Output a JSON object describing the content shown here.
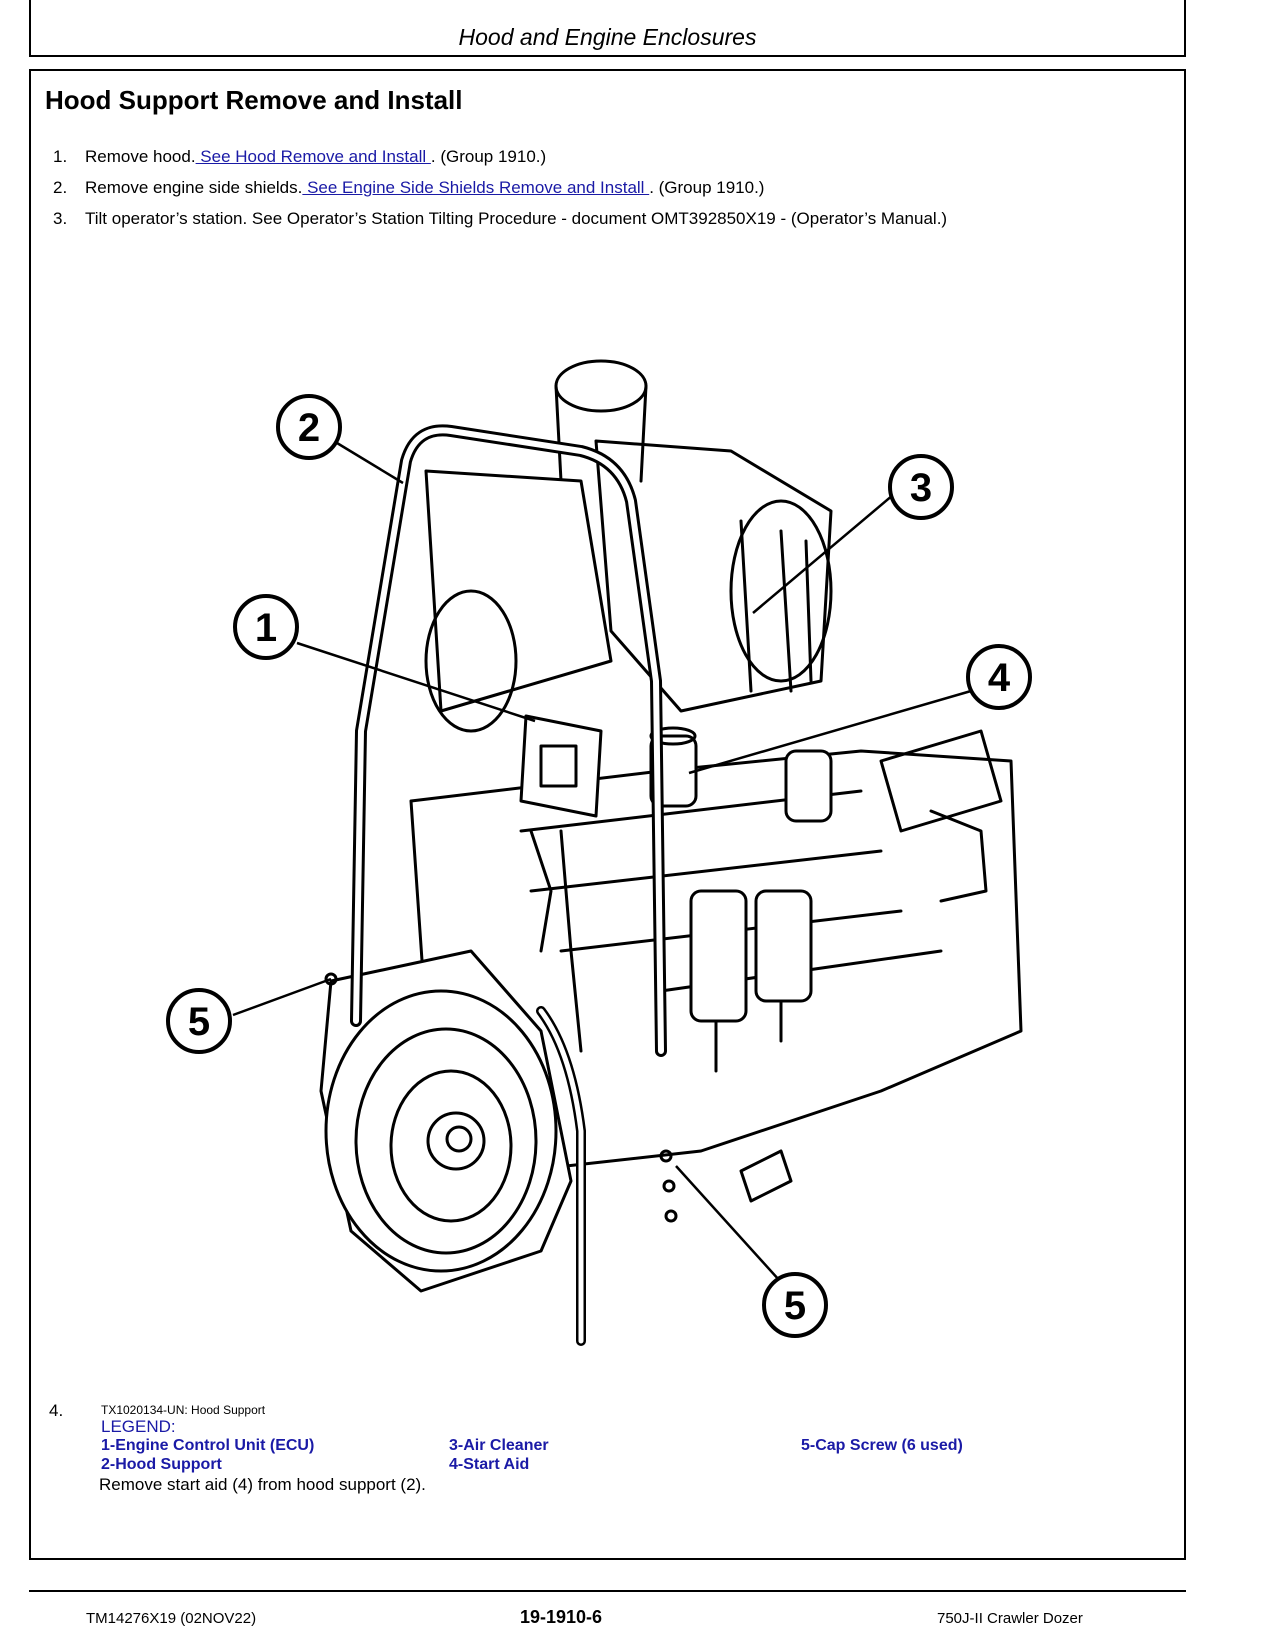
{
  "header": {
    "section_title": "Hood and Engine Enclosures"
  },
  "main": {
    "title": "Hood Support Remove and Install",
    "steps": [
      {
        "num": "1.",
        "pre": "Remove hood.",
        "link": " See Hood Remove and Install ",
        "post": ". (Group 1910.)"
      },
      {
        "num": "2.",
        "pre": "Remove engine side shields.",
        "link": " See Engine Side Shields Remove and Install ",
        "post": ". (Group 1910.)"
      },
      {
        "num": "3.",
        "pre": "Tilt operator’s station. See Operator’s Station Tilting Procedure - document OMT392850X19 - (Operator’s Manual.)",
        "link": "",
        "post": ""
      }
    ],
    "figure": {
      "callouts": [
        "1",
        "2",
        "3",
        "4",
        "5",
        "5"
      ],
      "caption": "TX1020134-UN: Hood Support"
    },
    "step4": {
      "num": "4.",
      "legend_heading": "LEGEND:",
      "legend": [
        "1-Engine Control Unit (ECU)",
        "2-Hood Support",
        "3-Air Cleaner",
        "4-Start Aid",
        "5-Cap Screw (6 used)"
      ],
      "text": "Remove start aid (4) from hood support (2)."
    }
  },
  "footer": {
    "left": "TM14276X19 (02NOV22)",
    "center": "19-1910-6",
    "right": "750J-II Crawler Dozer"
  }
}
